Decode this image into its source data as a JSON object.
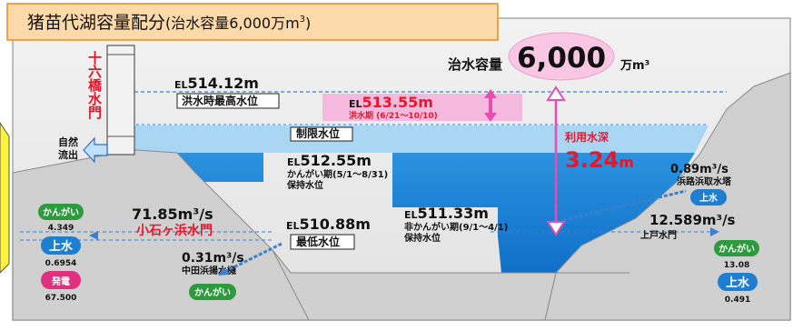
{
  "title": {
    "main": "猪苗代湖容量配分",
    "sub": "(治水容量6,000万m",
    "sup": "3",
    "close": ")"
  },
  "flood_capacity": {
    "label": "治水容量",
    "value": "6,000",
    "unit": "万m³"
  },
  "gate_16": "十六橋水門",
  "natural_outflow": [
    "自然",
    "流出"
  ],
  "levels": {
    "flood_max": {
      "el": "EL",
      "value": "514.12m",
      "label": "洪水時最高水位"
    },
    "flood_season": {
      "el": "EL",
      "value": "513.55m",
      "note": "洪水期 (6/21～10/10)"
    },
    "limit_label": "制限水位",
    "irrigation": {
      "el": "EL",
      "value": "512.55m",
      "line1": "かんがい期(5/1～8/31)",
      "line2": "保持水位"
    },
    "non_irrigation": {
      "el": "EL",
      "value": "511.33m",
      "line1": "非かんがい期(9/1～4/1)",
      "line2": "保持水位"
    },
    "min": {
      "el": "EL",
      "value": "510.88m",
      "label": "最低水位"
    }
  },
  "usable_depth": {
    "label": "利用水深",
    "value": "3.24",
    "unit": "m"
  },
  "kobama": {
    "flow": "71.85m³/s",
    "gate": "小石ヶ浜水門"
  },
  "nakata": {
    "flow": "0.31m³/s",
    "name": "中田浜揚水機",
    "use": "かんがい"
  },
  "hamaji": {
    "flow": "0.89m³/s",
    "name": "浜路浜取水塔",
    "use": "上水"
  },
  "kamido": {
    "flow": "12.589m³/s",
    "name": "上戸水門"
  },
  "left_uses": [
    {
      "label": "かんがい",
      "value": "4.349",
      "color": "#2e9a3e"
    },
    {
      "label": "上水",
      "value": "0.6954",
      "color": "#1e7fd0"
    },
    {
      "label": "発電",
      "value": "67.500",
      "color": "#e0307f"
    }
  ],
  "right_uses": [
    {
      "label": "かんがい",
      "value": "13.08",
      "color": "#2e9a3e"
    },
    {
      "label": "上水",
      "value": "0.491",
      "color": "#1e7fd0"
    }
  ]
}
